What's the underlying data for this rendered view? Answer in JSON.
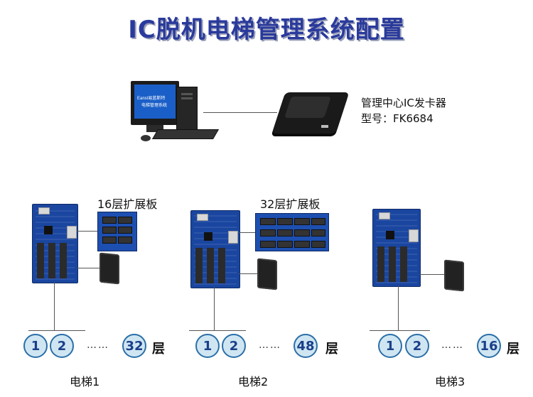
{
  "title": "IC脱机电梯管理系统配置",
  "computer_screen_text": [
    "Eanst易蓝斯特",
    "电梯管理系统"
  ],
  "card_issuer": {
    "name": "管理中心IC发卡器",
    "model": "型号：FK6684"
  },
  "expansion_boards": [
    "16层扩展板",
    "32层扩展板"
  ],
  "elevators": [
    {
      "name": "电梯1",
      "floors": [
        "1",
        "2"
      ],
      "ellipsis": "……",
      "max_floor": "32",
      "floor_unit": "层"
    },
    {
      "name": "电梯2",
      "floors": [
        "1",
        "2"
      ],
      "ellipsis": "……",
      "max_floor": "48",
      "floor_unit": "层"
    },
    {
      "name": "电梯3",
      "floors": [
        "1",
        "2"
      ],
      "ellipsis": "……",
      "max_floor": "16",
      "floor_unit": "层"
    }
  ],
  "colors": {
    "title": "#2a3a9c",
    "board": "#1a46a0",
    "floor_circle": "#cfe6f2",
    "floor_border": "#2b6fa8"
  }
}
